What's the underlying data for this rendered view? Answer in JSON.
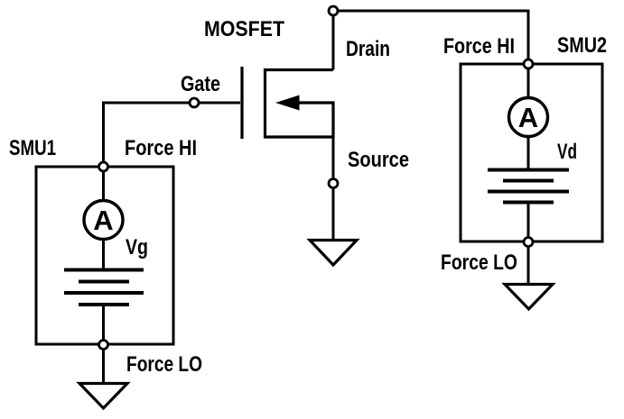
{
  "colors": {
    "ink": "#000000",
    "background": "#ffffff"
  },
  "mosfet": {
    "label": "MOSFET",
    "gate_label": "Gate",
    "drain_label": "Drain",
    "source_label": "Source"
  },
  "smu1": {
    "name": "SMU1",
    "force_hi_label": "Force HI",
    "force_lo_label": "Force LO",
    "ammeter_label": "A",
    "voltage_label": "Vg"
  },
  "smu2": {
    "name": "SMU2",
    "force_hi_label": "Force HI",
    "force_lo_label": "Force LO",
    "ammeter_label": "A",
    "voltage_label": "Vd"
  }
}
